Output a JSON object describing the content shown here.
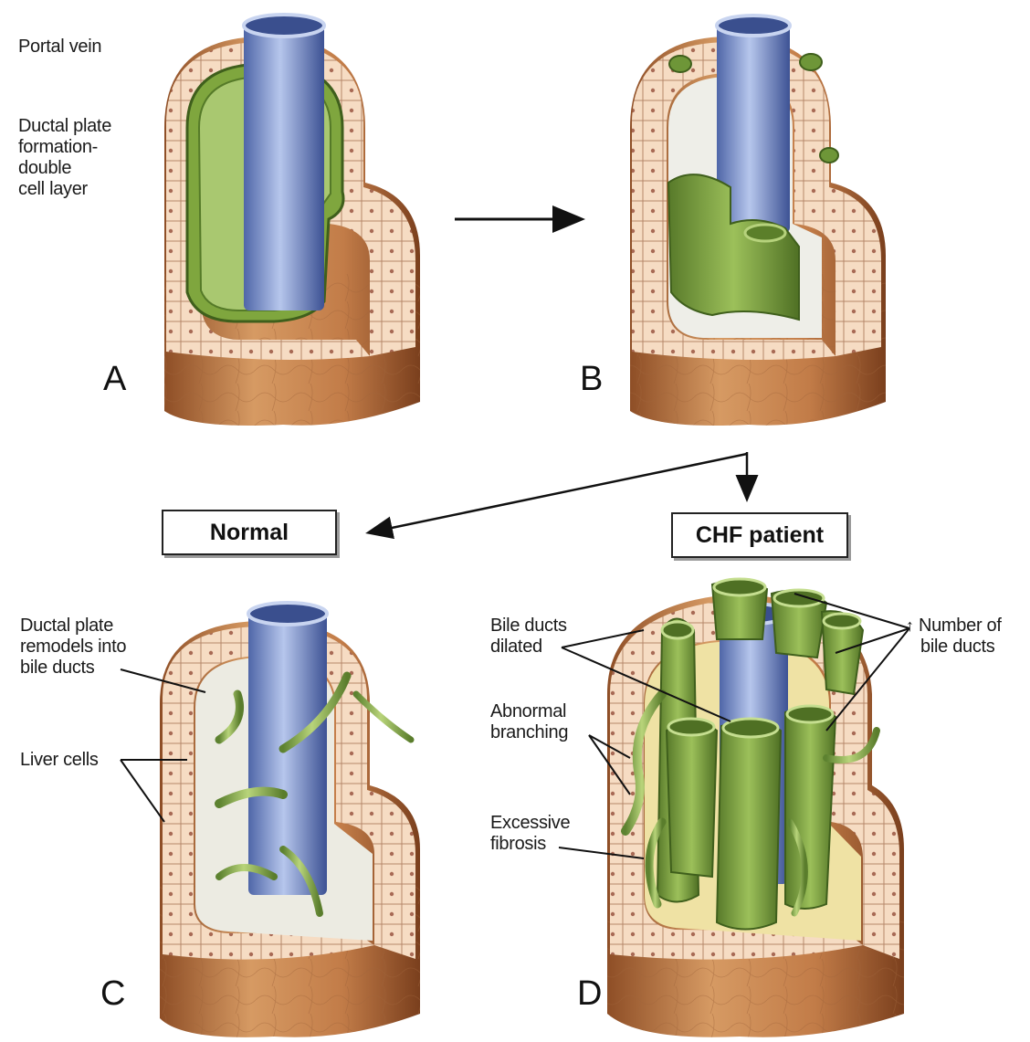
{
  "panels": {
    "a": {
      "letter": "A",
      "portal_vein_label": "Portal vein",
      "ductal_plate_label": [
        "Ductal plate",
        "formation-",
        "double",
        "cell layer"
      ]
    },
    "b": {
      "letter": "B"
    },
    "c": {
      "letter": "C",
      "remodel_label": [
        "Ductal plate",
        "remodels into",
        "bile ducts"
      ],
      "liver_cells_label": "Liver cells"
    },
    "d": {
      "letter": "D",
      "dilated_label": [
        "Bile ducts",
        "dilated"
      ],
      "branching_label": [
        "Abnormal",
        "branching"
      ],
      "fibrosis_label": [
        "Excessive",
        "fibrosis"
      ],
      "number_label": [
        "Number of",
        "bile ducts"
      ],
      "number_arrow": "↑"
    }
  },
  "outcomes": {
    "normal": "Normal",
    "chf": "CHF patient"
  },
  "colors": {
    "portal_vein": "#8a9fd3",
    "ductal_plate": "#8fb04a",
    "hepatocyte": "#f5d9bf",
    "outer_tissue": "#c67e4a",
    "mesenchyme": "#ecebe2",
    "fibrosis": "#efe2a4"
  }
}
